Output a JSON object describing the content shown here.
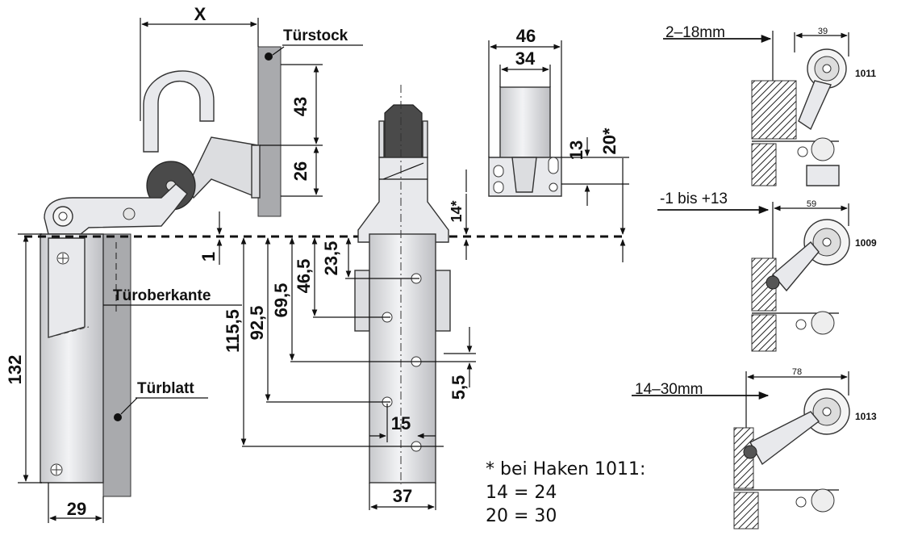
{
  "labels": {
    "x_dim": "X",
    "tuerstock": "Türstock",
    "tueroberkante": "Türoberkante",
    "tuerblatt": "Türblatt"
  },
  "dimensions": {
    "d43": "43",
    "d26": "26",
    "d46": "46",
    "d34": "34",
    "d13": "13",
    "d20": "20*",
    "d14": "14*",
    "d1": "1",
    "d23_5": "23,5",
    "d46_5": "46,5",
    "d69_5": "69,5",
    "d92_5": "92,5",
    "d115_5": "115,5",
    "d132": "132",
    "d5_5": "5,5",
    "d15": "15",
    "d37": "37",
    "d29": "29"
  },
  "footnote": {
    "line1": "* bei Haken 1011:",
    "line2": "14 = 24",
    "line3": "20 = 30"
  },
  "variants": [
    {
      "code": "1011",
      "range": "2–18mm",
      "width": "39"
    },
    {
      "code": "1009",
      "range": "-1 bis +13",
      "width": "59"
    },
    {
      "code": "1013",
      "range": "14–30mm",
      "width": "78"
    }
  ]
}
